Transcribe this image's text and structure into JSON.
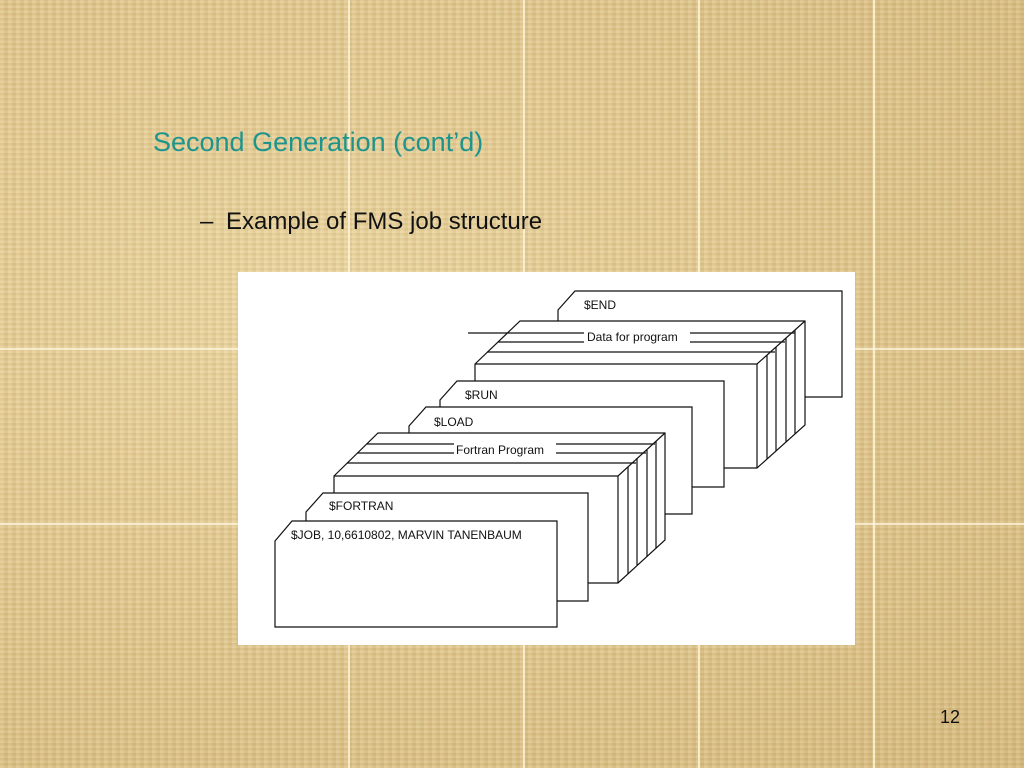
{
  "slide": {
    "title": "Second Generation (cont’d)",
    "bullet_marker": "–",
    "bullet_text": "Example of FMS job structure",
    "page_number": "12"
  },
  "figure": {
    "cards": {
      "end": "$END",
      "data": "Data for program",
      "run": "$RUN",
      "load": "$LOAD",
      "fortran_program": "Fortran Program",
      "fortran": "$FORTRAN",
      "job": "$JOB, 10,6610802, MARVIN TANENBAUM"
    }
  },
  "colors": {
    "title": "#1e948c",
    "background": "#e3c98c"
  }
}
